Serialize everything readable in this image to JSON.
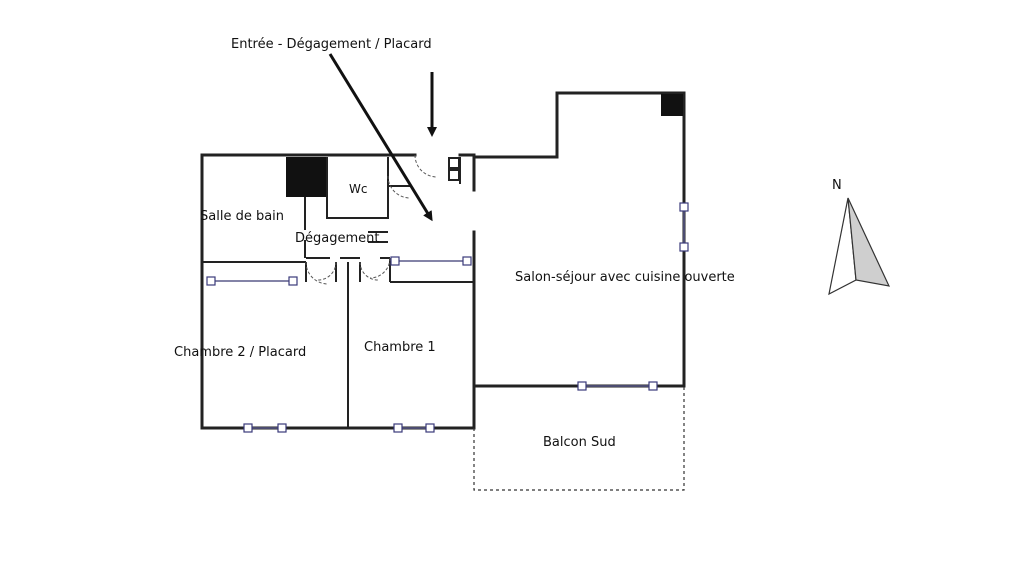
{
  "labels": {
    "entree": "Entrée - Dégagement / Placard",
    "wc": "Wc",
    "salle_de_bain": "Salle de bain",
    "degagement": "Dégagement",
    "salon": "Salon-séjour avec cuisine ouverte",
    "chambre2": "Chambre 2 / Placard",
    "chambre1": "Chambre 1",
    "balcon": "Balcon Sud"
  },
  "compass": {
    "north": "N"
  }
}
